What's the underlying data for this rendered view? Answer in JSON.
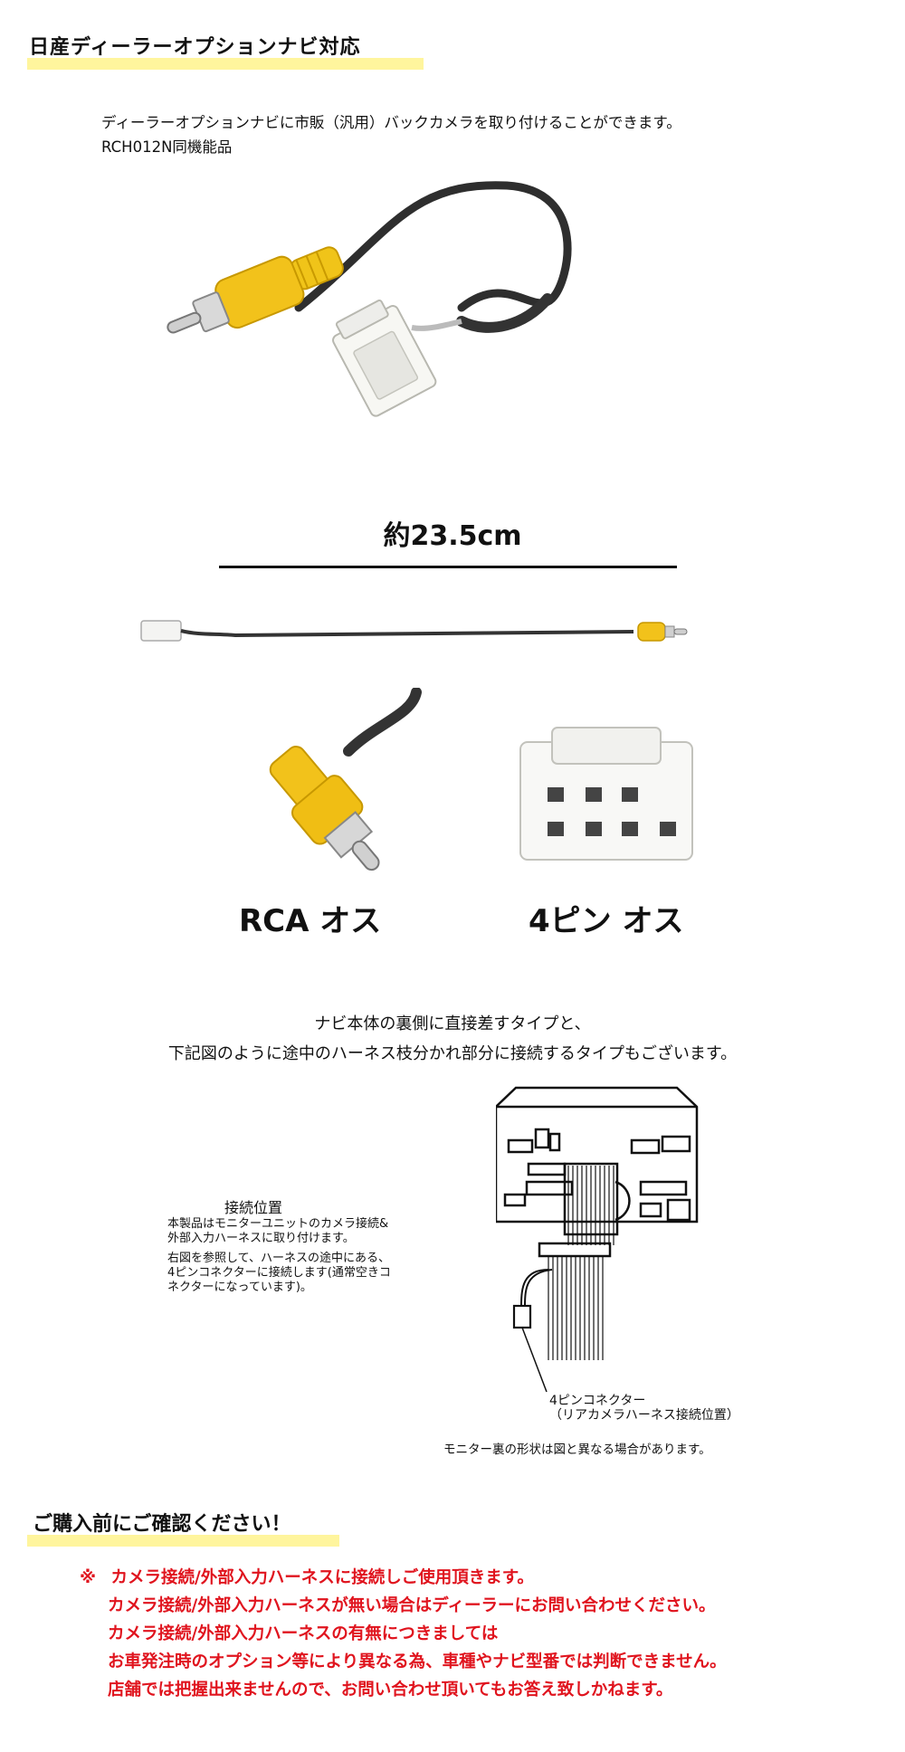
{
  "header": {
    "title": "日産ディーラーオプションナビ対応",
    "highlight_color": "#fff59d"
  },
  "intro": {
    "line1": "ディーラーオプションナビに市販（汎用）バックカメラを取り付けることができます。",
    "line2": "RCH012N同機能品"
  },
  "length_label": "約23.5cm",
  "connectors": {
    "rca_label": "RCA オス",
    "pin_label": "4ピン オス"
  },
  "connection_text": {
    "line1": "ナビ本体の裏側に直接差すタイプと、",
    "line2": "下記図のように途中のハーネス枝分かれ部分に接続するタイプもございます。"
  },
  "position_info": {
    "heading": "接続位置",
    "line1": "本製品はモニターユニットのカメラ接続&",
    "line2": "外部入力ハーネスに取り付けます。",
    "line3": "右図を参照して、ハーネスの途中にある、",
    "line4": "4ピンコネクターに接続します(通常空きコ",
    "line5": "ネクターになっています)。"
  },
  "diagram_caption": {
    "line1": "4ピンコネクター",
    "line2": "（リアカメラハーネス接続位置）"
  },
  "diagram_note": "モニター裏の形状は図と異なる場合があります。",
  "caution": {
    "title": "ご購入前にご確認ください！",
    "mark": "※",
    "lines": [
      "カメラ接続/外部入力ハーネスに接続しご使用頂きます。",
      "カメラ接続/外部入力ハーネスが無い場合はディーラーにお問い合わせください。",
      "カメラ接続/外部入力ハーネスの有無につきましては",
      "お車発注時のオプション等により異なる為、車種やナビ型番では判断できません。",
      "店舗では把握出来ませんので、お問い合わせ頂いてもお答え致しかねます。"
    ],
    "color": "#e0141e"
  }
}
